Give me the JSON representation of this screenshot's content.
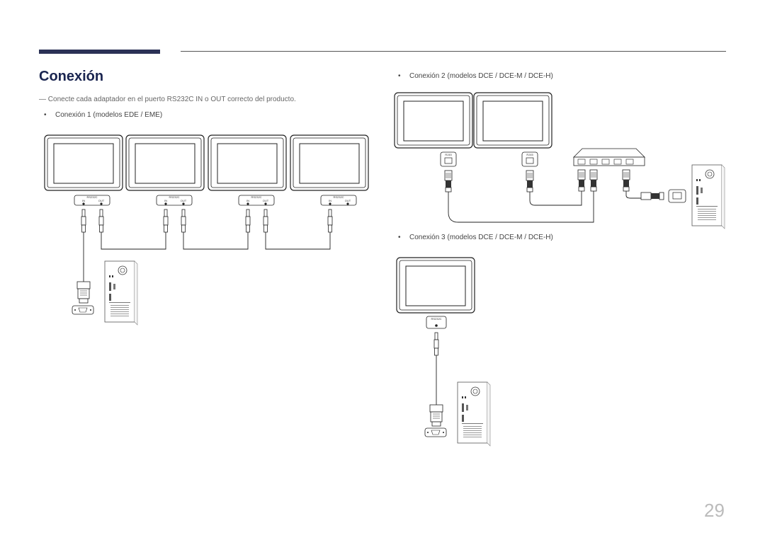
{
  "header": {
    "title": "Conexión"
  },
  "note": "Conecte cada adaptador en el puerto RS232C IN o OUT correcto del producto.",
  "note_mark": "―",
  "sections": {
    "conn1": "Conexión 1 (modelos EDE / EME)",
    "conn2": "Conexión 2 (modelos DCE / DCE-M / DCE-H)",
    "conn3": "Conexión 3 (modelos DCE / DCE-M / DCE-H)"
  },
  "bullet_char": "•",
  "port_labels": {
    "rs232c": "RS232C",
    "in": "IN",
    "out": "OUT",
    "rj45": "RJ45"
  },
  "page_number": "29"
}
